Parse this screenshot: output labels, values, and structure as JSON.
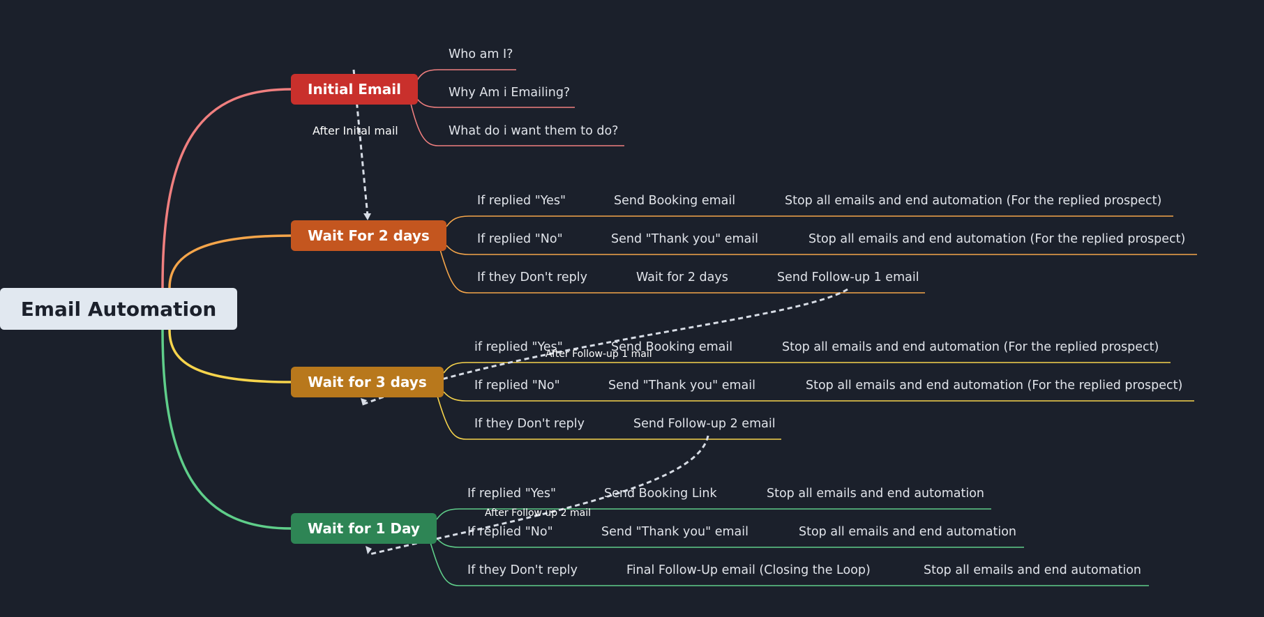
{
  "colors": {
    "background": "#1b202b",
    "root_fill": "#e1e8f0",
    "initial_email": "#c9302c",
    "wait_2_days": "#c4561f",
    "wait_3_days": "#b8781c",
    "wait_1_day": "#2e8555",
    "branch_pink": "#f07f7f",
    "branch_orange": "#f5a54a",
    "branch_yellow": "#f7d44c",
    "branch_green": "#5fce8a",
    "connector": "#d8dde6"
  },
  "root": {
    "label": "Email Automation"
  },
  "nodes": {
    "initial_email": {
      "label": "Initial Email",
      "children": [
        "Who am I?",
        "Why Am i Emailing?",
        "What do i want them to do?"
      ]
    },
    "wait_2_days": {
      "label": "Wait For 2 days",
      "rows": [
        [
          "If replied \"Yes\"",
          "Send Booking email",
          "Stop all emails and end automation (For the replied prospect)"
        ],
        [
          "If replied \"No\"",
          "Send \"Thank you\" email",
          "Stop all emails and end automation (For the replied prospect)"
        ],
        [
          "If they Don't reply",
          "Wait for 2 days",
          "Send Follow-up 1 email"
        ]
      ]
    },
    "wait_3_days": {
      "label": "Wait for 3 days",
      "rows": [
        [
          "if replied \"Yes\"",
          "Send Booking email",
          "Stop all emails and end automation (For the replied prospect)"
        ],
        [
          "If replied \"No\"",
          "Send \"Thank you\" email",
          "Stop all emails and end automation (For the replied prospect)"
        ],
        [
          "If they Don't reply",
          "Send Follow-up 2 email"
        ]
      ]
    },
    "wait_1_day": {
      "label": "Wait for 1 Day",
      "rows": [
        [
          "If replied \"Yes\"",
          "Send Booking Link",
          "Stop all emails and end automation"
        ],
        [
          "If replied \"No\"",
          "Send \"Thank you\" email",
          "Stop all emails and end automation"
        ],
        [
          "If they Don't reply",
          "Final Follow-Up email (Closing the Loop)",
          "Stop all emails and end automation"
        ]
      ]
    }
  },
  "connectors": {
    "after_initial": "After Inital mail",
    "after_followup_1": "After Follow-up 1 mail",
    "after_followup_2": "After Follow up 2 mail"
  }
}
